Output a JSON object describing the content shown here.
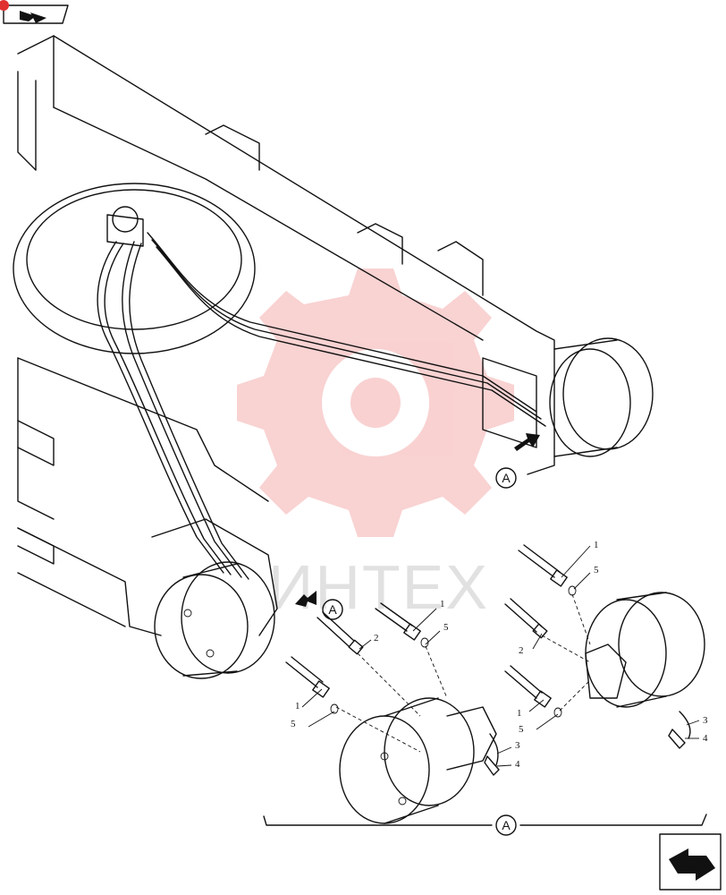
{
  "header": {
    "nav_icon": "arrow-right-icon"
  },
  "footer": {
    "nav_icon": "return-arrow-icon"
  },
  "watermark": {
    "text": "ИНТЕХ",
    "color": "#e84a4a"
  },
  "callouts": {
    "detail": "A"
  },
  "parts": {
    "p1": "1",
    "p2": "2",
    "p3": "3",
    "p4": "4",
    "p5": "5"
  }
}
